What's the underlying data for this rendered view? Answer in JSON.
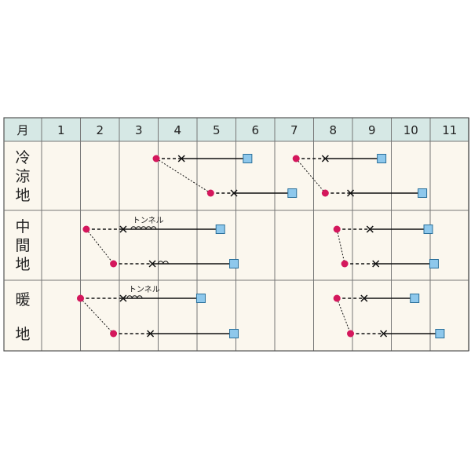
{
  "header": {
    "corner_label": "月",
    "months": [
      "1",
      "2",
      "3",
      "4",
      "5",
      "6",
      "7",
      "8",
      "9",
      "10",
      "11"
    ]
  },
  "regions": [
    {
      "label_chars": [
        "冷",
        "涼",
        "地"
      ]
    },
    {
      "label_chars": [
        "中",
        "間",
        "地"
      ]
    },
    {
      "label_chars": [
        "暖",
        "地"
      ]
    }
  ],
  "tunnel_label": "トンネル",
  "colors": {
    "header_bg": "#d6e8e5",
    "body_bg": "#fbf7ee",
    "grid": "#777777",
    "sow_dot": "#d4175c",
    "harvest_box_fill": "#8ec8ec",
    "harvest_box_stroke": "#2a6f9a",
    "line": "#111111"
  },
  "legend_markers": {
    "sow": "circle-dot",
    "plant": "cross",
    "harvest": "square-box",
    "tunnel": "loop-coil"
  },
  "schedule": [
    {
      "region": 0,
      "sub": 0,
      "sow": 3.95,
      "plant": 4.6,
      "harvest_end": 6.3
    },
    {
      "region": 0,
      "sub": 1,
      "sow": 5.35,
      "plant": 5.95,
      "harvest_end": 7.45,
      "linked_from": 0
    },
    {
      "region": 0,
      "sub": 0,
      "sow": 7.55,
      "plant": 8.3,
      "harvest_end": 9.75
    },
    {
      "region": 0,
      "sub": 1,
      "sow": 8.3,
      "plant": 8.95,
      "harvest_end": 10.8,
      "linked_from": 2
    },
    {
      "region": 1,
      "sub": 0,
      "sow": 2.15,
      "plant": 3.1,
      "tunnel": [
        3.3,
        4.0
      ],
      "tunnel_label": true,
      "harvest_end": 5.6
    },
    {
      "region": 1,
      "sub": 1,
      "sow": 2.85,
      "plant": 3.85,
      "tunnel": [
        4.0,
        4.3
      ],
      "harvest_end": 5.95,
      "linked_from": 4
    },
    {
      "region": 1,
      "sub": 0,
      "sow": 8.6,
      "plant": 9.45,
      "harvest_end": 10.95
    },
    {
      "region": 1,
      "sub": 1,
      "sow": 8.8,
      "plant": 9.6,
      "harvest_end": 11.1,
      "linked_from": 6
    },
    {
      "region": 2,
      "sub": 0,
      "sow": 2.0,
      "plant": 3.1,
      "tunnel": [
        3.2,
        3.7
      ],
      "tunnel_label": true,
      "harvest_end": 5.1
    },
    {
      "region": 2,
      "sub": 1,
      "sow": 2.85,
      "plant": 3.8,
      "harvest_end": 5.95,
      "linked_from": 8
    },
    {
      "region": 2,
      "sub": 0,
      "sow": 8.6,
      "plant": 9.3,
      "harvest_end": 10.6
    },
    {
      "region": 2,
      "sub": 1,
      "sow": 8.95,
      "plant": 9.8,
      "harvest_end": 11.25,
      "linked_from": 10
    }
  ]
}
